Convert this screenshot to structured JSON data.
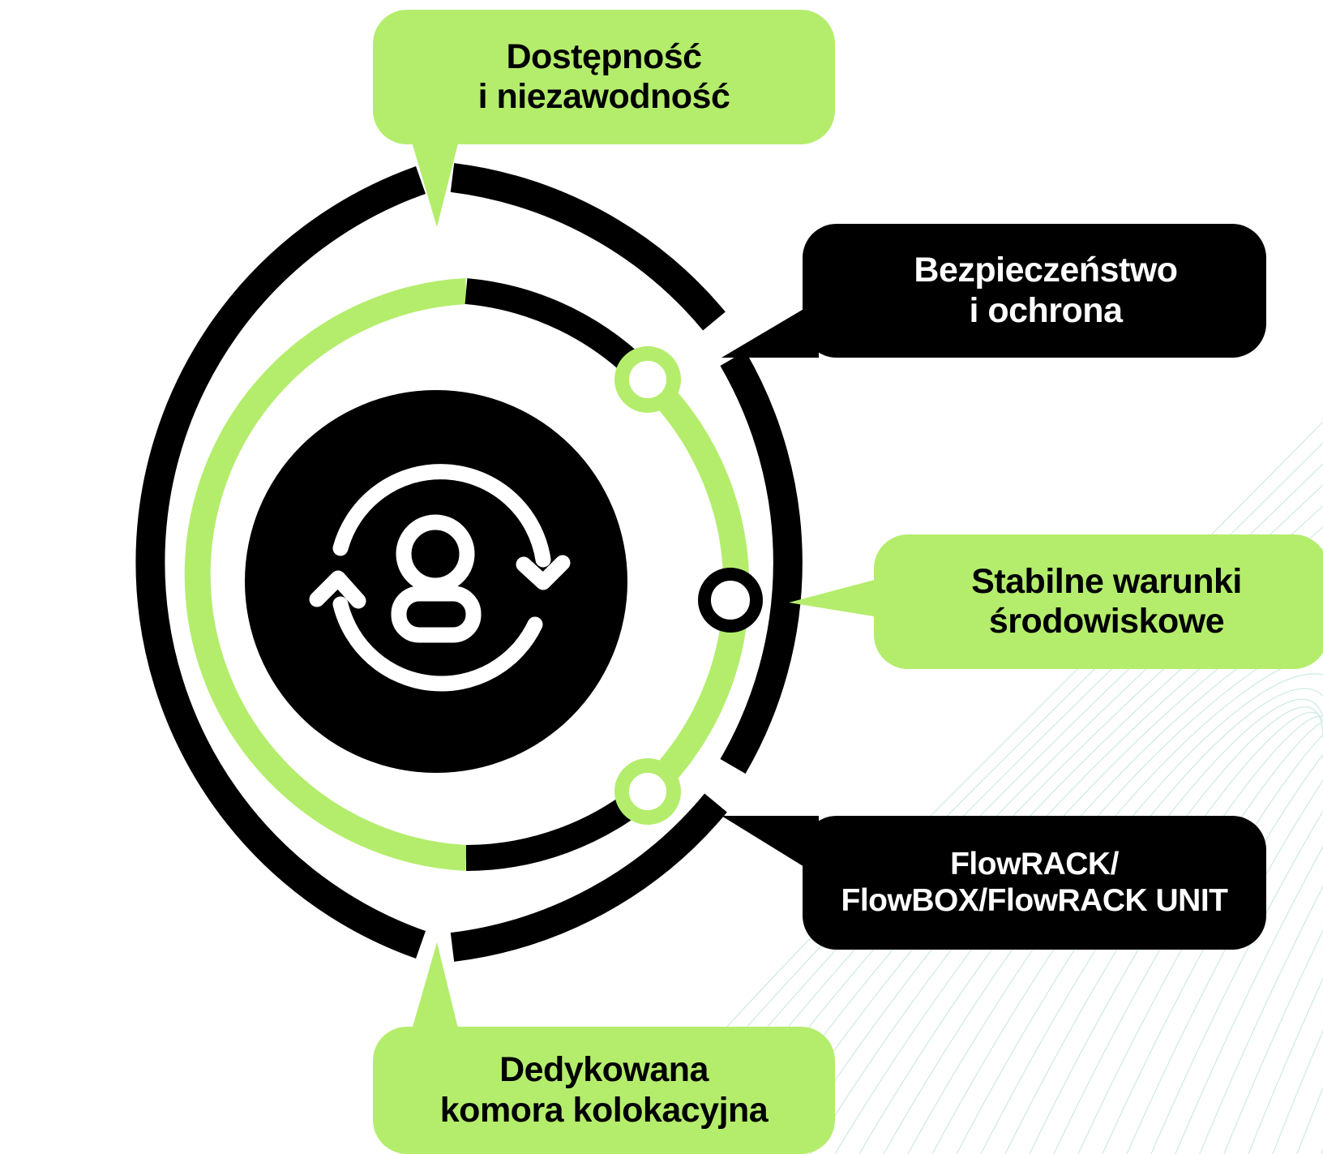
{
  "colors": {
    "accent": "#b4ed6c",
    "dark": "#000000",
    "background": "#ffffff",
    "wave": "#cfe9e4"
  },
  "center_icon": "user-sync-icon",
  "callouts": {
    "top": {
      "line1": "Dostępność",
      "line2": "i niezawodność",
      "style": "accent"
    },
    "upper_right": {
      "line1": "Bezpieczeństwo",
      "line2": "i ochrona",
      "style": "dark"
    },
    "right": {
      "line1": "Stabilne warunki",
      "line2": "środowiskowe",
      "style": "accent"
    },
    "lower_right": {
      "line1": "FlowRACK/",
      "line2": "FlowBOX/FlowRACK UNIT",
      "style": "dark"
    },
    "bottom": {
      "line1": "Dedykowana",
      "line2": "komora kolokacyjna",
      "style": "accent"
    }
  }
}
